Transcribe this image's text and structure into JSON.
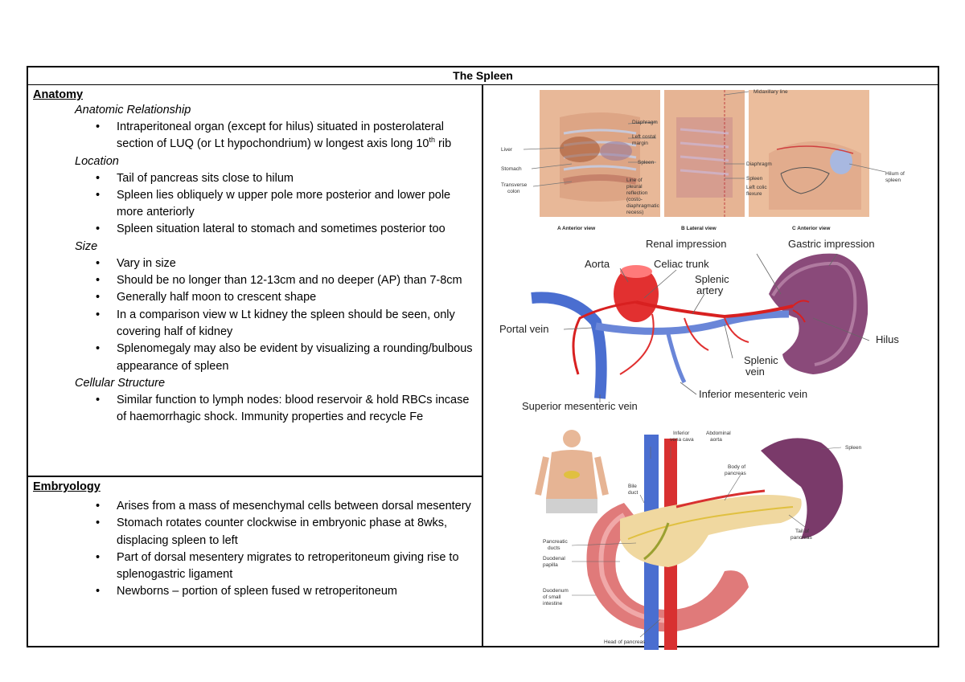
{
  "title": "The Spleen",
  "anatomy": {
    "heading": "Anatomy",
    "relationship": {
      "label": "Anatomic Relationship",
      "bullet1_pre": "Intraperitoneal organ (except for hilus) situated in posterolateral section of LUQ (or Lt hypochondrium) w longest axis long 10",
      "bullet1_sup": "th",
      "bullet1_post": " rib"
    },
    "location": {
      "label": "Location",
      "items": [
        "Tail of pancreas sits close to hilum",
        "Spleen lies obliquely w upper pole more posterior and lower pole more anteriorly",
        "Spleen situation lateral to stomach and sometimes posterior too"
      ]
    },
    "size": {
      "label": "Size",
      "items": [
        "Vary in size",
        "Should be no longer than 12-13cm and no deeper (AP) than 7-8cm",
        "Generally half moon to crescent shape",
        "In a comparison view w Lt kidney the spleen should be seen, only covering half of kidney",
        "Splenomegaly may also be evident by visualizing a rounding/bulbous appearance of spleen"
      ]
    },
    "cellular": {
      "label": "Cellular Structure",
      "items": [
        "Similar function to lymph nodes: blood reservoir & hold RBCs incase of haemorrhagic shock. Immunity properties and recycle Fe"
      ]
    }
  },
  "embryology": {
    "heading": "Embryology",
    "items": [
      "Arises from a mass of mesenchymal cells between dorsal mesentery",
      "Stomach rotates counter clockwise in embryonic phase at 8wks, displacing spleen to left",
      "Part of dorsal mesentery migrates to retroperitoneum giving rise to splenogastric ligament",
      "Newborns – portion of spleen fused w retroperitoneum"
    ]
  },
  "figure1": {
    "midaxillary": "Midaxillary line",
    "liver": "Liver",
    "stomach": "Stomach",
    "transverse1": "Transverse",
    "transverse2": "colon",
    "diaphragm": "Diaphragm",
    "leftcostal1": "Left costal",
    "leftcostal2": "margin",
    "spleen": "Spleen",
    "pleural": [
      "Line of",
      "pleural",
      "reflection",
      "(costo-",
      "diaphragmatic",
      "recess)"
    ],
    "diaphragm2": "Diaphragm",
    "spleen2": "Spleen",
    "leftcolic1": "Left colic",
    "leftcolic2": "flexure",
    "hilum1": "Hilum of",
    "hilum2": "spleen",
    "capA": "A Anterior view",
    "capB": "B Lateral view",
    "capC": "C Anterior view"
  },
  "figure2": {
    "renal": "Renal impression",
    "gastric": "Gastric impression",
    "aorta": "Aorta",
    "celiac": "Celiac trunk",
    "splenic_artery1": "Splenic",
    "splenic_artery2": "artery",
    "portal": "Portal vein",
    "hilus": "Hilus",
    "splenic_vein1": "Splenic",
    "splenic_vein2": "vein",
    "imv": "Inferior mesenteric vein",
    "smv": "Superior mesenteric vein"
  },
  "figure3": {
    "ivc1": "Inferior",
    "ivc2": "vena cava",
    "abd1": "Abdominal",
    "abd2": "aorta",
    "spleen": "Spleen",
    "body1": "Body of",
    "body2": "pancreas",
    "bile1": "Bile",
    "bile2": "duct",
    "tail1": "Tail of",
    "tail2": "pancreas",
    "ducts1": "Pancreatic",
    "ducts2": "ducts",
    "papilla1": "Duodenal",
    "papilla2": "papilla",
    "duod1": "Duodenum",
    "duod2": "of small",
    "duod3": "intestine",
    "head": "Head of pancreas"
  }
}
